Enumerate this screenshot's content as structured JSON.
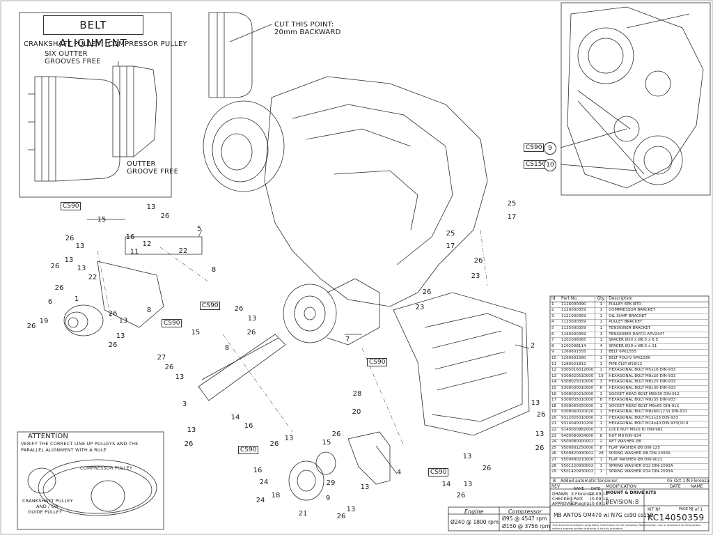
{
  "belt_alignment": {
    "title": "BELT ALIGNMENT",
    "crankshaft_label": "CRANKSHAFT PULLEY",
    "compressor_label": "COMPRESSOR PULLEY",
    "six_outer_note_line1": "SIX OUTTER",
    "six_outer_note_line2": "GROOVES FREE",
    "outer_groove_line1": "OUTTER",
    "outer_groove_line2": "GROOVE FREE"
  },
  "cut_note": {
    "line1": "CUT THIS POINT:",
    "line2": "20mm BACKWARD"
  },
  "kit_tags": {
    "cs90": "CS90",
    "cs150": "CS150"
  },
  "attention": {
    "title": "ATTENTION",
    "line1": "VERIFY THE CORRECT LINE UP PULLEYS AND THE",
    "line2": "PARALLEL ALIGNMENT WITH A RULE",
    "compressor": "COMPRESSOR PULLEY",
    "crank_line1": "CRANKSHAFT PULLEY",
    "crank_line2": "AND / OR",
    "crank_line3": "GUIDE PULLEY"
  },
  "part_callouts": [
    "1",
    "2",
    "3",
    "4",
    "5",
    "6",
    "7",
    "8",
    "9",
    "10",
    "11",
    "12",
    "13",
    "14",
    "15",
    "16",
    "17",
    "18",
    "19",
    "20",
    "21",
    "22",
    "23",
    "24",
    "25",
    "26",
    "27",
    "28",
    "29"
  ],
  "parts_header": {
    "id": "Id.",
    "part": "Part No.",
    "qty": "Qty.",
    "desc": "Description"
  },
  "parts": [
    {
      "id": "1",
      "pn": "1116000090",
      "q": "1",
      "d": "PULLEY 6PK Ø70"
    },
    {
      "id": "2",
      "pn": "1120000359",
      "q": "1",
      "d": "COMPRESSOR BRACKET"
    },
    {
      "id": "3",
      "pn": "1121000359",
      "q": "1",
      "d": "OIL SUMP BRACKET"
    },
    {
      "id": "4",
      "pn": "1123000359",
      "q": "1",
      "d": "PULLEY BRACKET"
    },
    {
      "id": "5",
      "pn": "1135000359",
      "q": "1",
      "d": "TENSIONER BRACKET"
    },
    {
      "id": "6",
      "pn": "1160000359",
      "q": "1",
      "d": "TENSIONER DAYCO APV2447"
    },
    {
      "id": "7",
      "pn": "1202008065",
      "q": "1",
      "d": "SPACER Ø20 x Ø8.5 x 6.5"
    },
    {
      "id": "8",
      "pn": "1202008114",
      "q": "4",
      "d": "SPACER Ø20 x Ø8.5 x 11"
    },
    {
      "id": "9",
      "pn": "1260601555",
      "q": "1",
      "d": "BELT 6PK1555"
    },
    {
      "id": "10",
      "pn": "1260601580",
      "q": "1",
      "d": "BELT POLY-V 6PK1580"
    },
    {
      "id": "11",
      "pn": "1280021812",
      "q": "1",
      "d": "PIPE CLIP Ø18/12"
    },
    {
      "id": "12",
      "pn": "9305016012000",
      "q": "1",
      "d": "HEXAGONAL BOLT M5x16 DIN-933"
    },
    {
      "id": "13",
      "pn": "9308020510000",
      "q": "16",
      "d": "HEXAGONAL BOLT M8x20 DIN-933"
    },
    {
      "id": "14",
      "pn": "9308025010000",
      "q": "3",
      "d": "HEXAGONAL BOLT M8x25 DIN-933"
    },
    {
      "id": "15",
      "pn": "9308030010000",
      "q": "6",
      "d": "HEXAGONAL BOLT M8x30 DIN-933"
    },
    {
      "id": "16",
      "pn": "9308030210000",
      "q": "1",
      "d": "SOCKET HEAD BOLT M8X30 DIN-912"
    },
    {
      "id": "17",
      "pn": "9308035010000",
      "q": "8",
      "d": "HEXAGONAL BOLT M8x35 DIN-933"
    },
    {
      "id": "18",
      "pn": "9308065050000",
      "q": "1",
      "d": "SOCKET HEAD BOLT M8x65 DIN-912"
    },
    {
      "id": "19",
      "pn": "9308060020020",
      "q": "1",
      "d": "HEXAGONAL BOLT M8x60(12.9) DIN-931"
    },
    {
      "id": "20",
      "pn": "9312025010000",
      "q": "1",
      "d": "HEXAGONAL BOLT M12x25 DIN-933"
    },
    {
      "id": "21",
      "pn": "9314040010200",
      "q": "1",
      "d": "HEXAGONAL BOLT M14x40 DIN-933(10.9"
    },
    {
      "id": "22",
      "pn": "9140050982000",
      "q": "1",
      "d": "LOCK NUT M5x0.8) DIN-982"
    },
    {
      "id": "23",
      "pn": "9400080934000",
      "q": "8",
      "d": "NUT M8 DIN-934"
    },
    {
      "id": "24",
      "pn": "9500080000002",
      "q": "2",
      "d": "AET WASHER Ø8"
    },
    {
      "id": "25",
      "pn": "9500801250000",
      "q": "8",
      "d": "FLAT WASHER Ø8 DIN-125"
    },
    {
      "id": "26",
      "pn": "9500820930002",
      "q": "28",
      "d": "SPRING WASHER Ø8 DIN-2093A"
    },
    {
      "id": "27",
      "pn": "9500890210000",
      "q": "1",
      "d": "FLAT WASHER Ø8 DIN-9021"
    },
    {
      "id": "28",
      "pn": "9501220930002",
      "q": "1",
      "d": "SPRING WASHER Ø12 DIN-2093A"
    },
    {
      "id": "29",
      "pn": "9501420930002",
      "q": "1",
      "d": "SPRING WASHER Ø14 DIN-2093A"
    }
  ],
  "revision": {
    "rev": "B",
    "note": "Added automatic tensioner.",
    "date": "05-Oct-17",
    "name": "R.Florensa",
    "h_rev": "REV",
    "h_mod": "MODIFICATION",
    "h_date": "DATE",
    "h_name": "NAME"
  },
  "title_block": {
    "drawn_label": "DRAWN",
    "drawn_name": "X.Florensa",
    "drawn_date": "10-09-14",
    "checked_label": "CHECKED",
    "checked_name": "J.Petit",
    "checked_date": "10-09-14",
    "approved_label": "APPROVED",
    "approved_name": "E.Puigrià",
    "approved_date": "10-09-14",
    "name_h": "NAME",
    "date_h": "DATE",
    "series": "MOUNT & DRIVE KITS",
    "revision_label": "REVISION:",
    "revision_value": "B",
    "kit_label": "KIT Nº",
    "kit_number": "KC14050359",
    "page_label": "PAGE Nº",
    "page_value": "1 of 1",
    "description": "MB ANTOS OM470 w/ N7G cs90 cs150",
    "copyright": "This document contains proprietary information of the Company. Reproduction, use or disclosure to third parties without express written authority is strictly forbidden."
  },
  "rpm": {
    "engine_h": "Engine",
    "compressor_h": "Compressor",
    "engine_val": "Ø240 @ 1800 rpm",
    "comp_val1": "Ø95 @ 4547 rpm",
    "comp_val2": "Ø150 @ 3756 rpm"
  }
}
